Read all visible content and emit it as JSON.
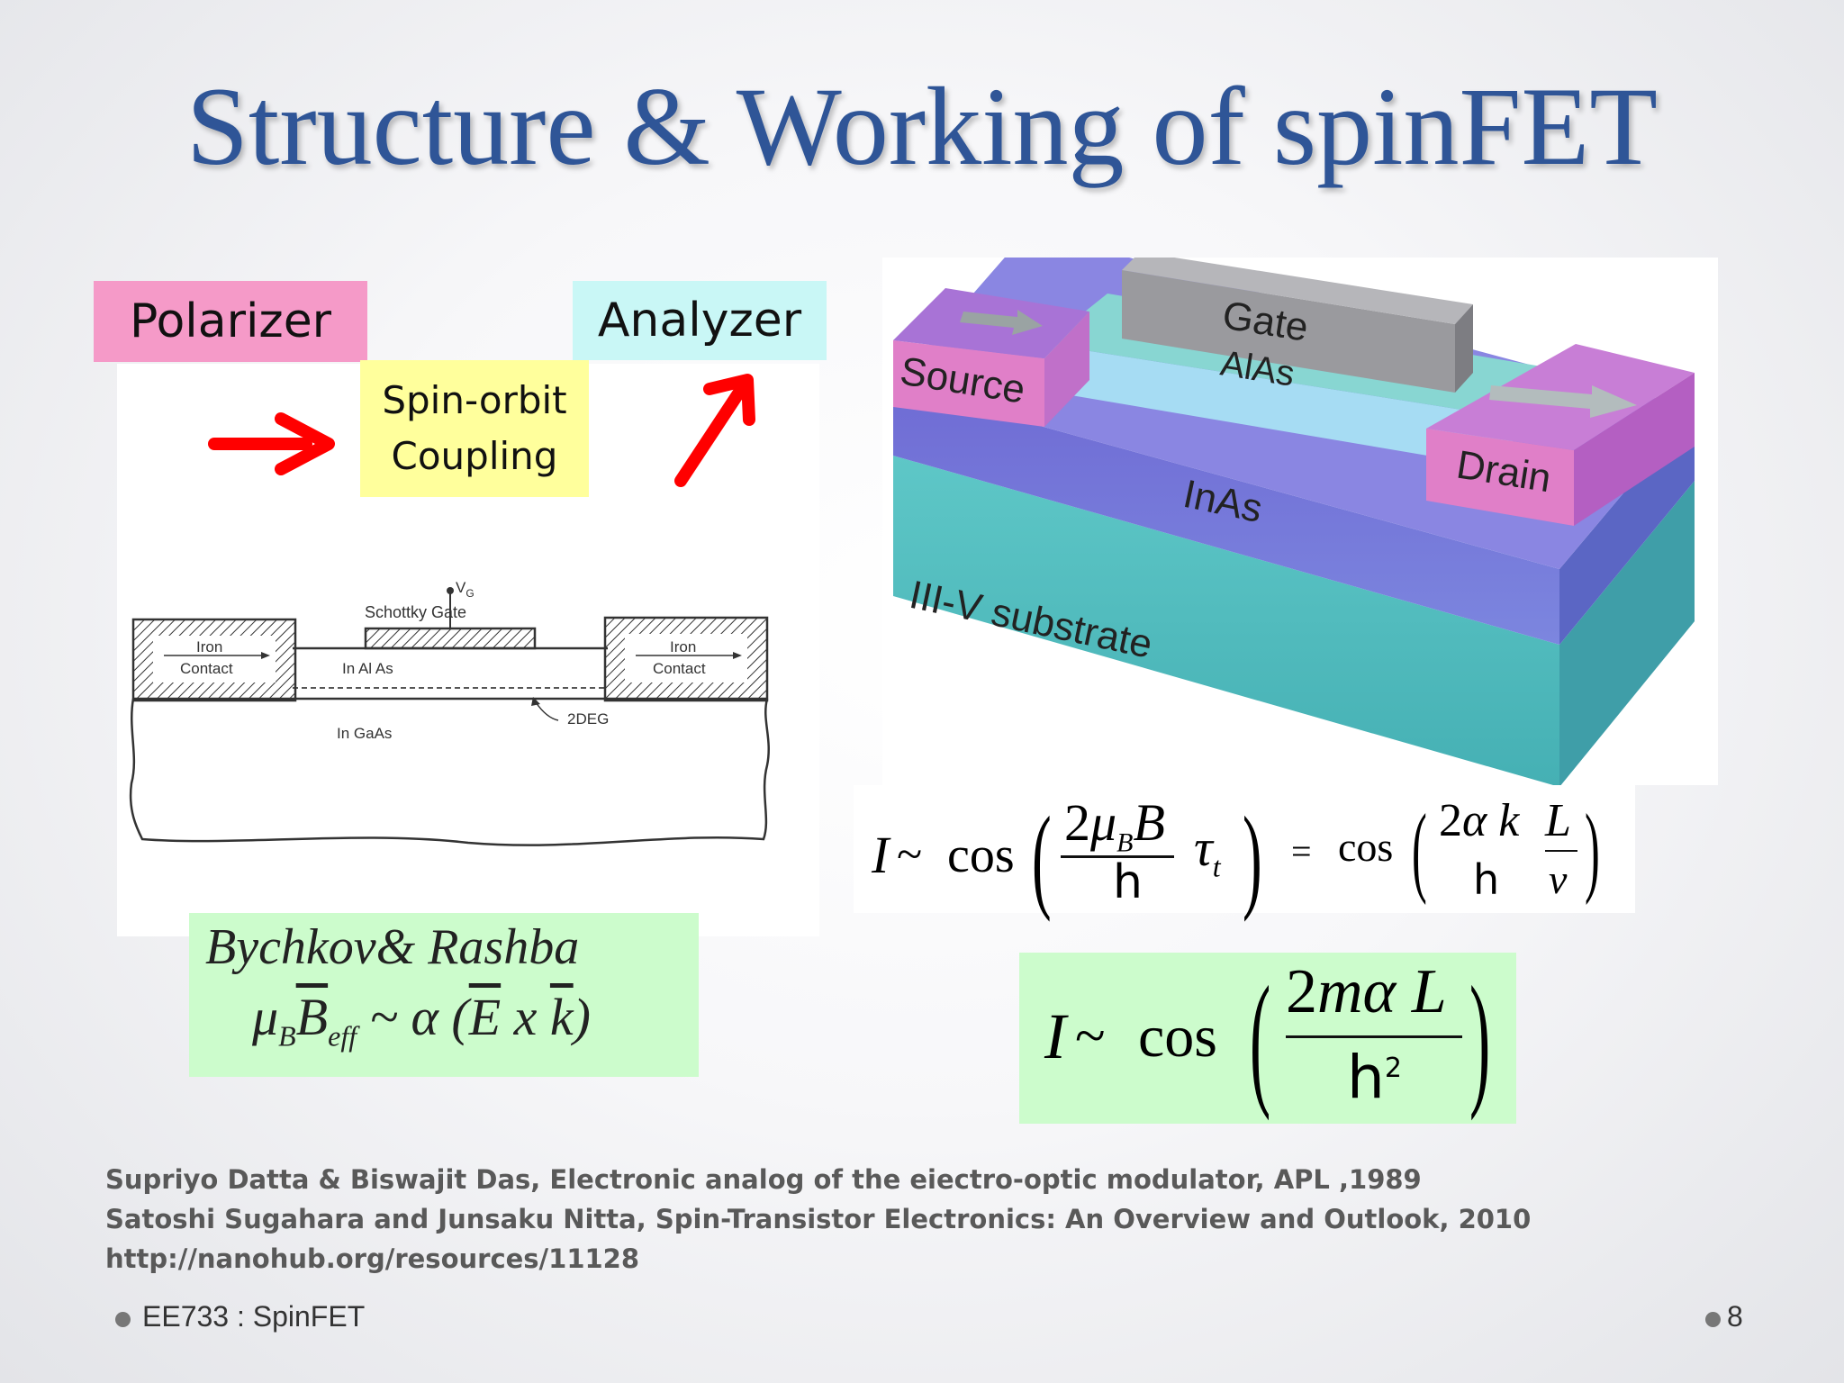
{
  "slide": {
    "title": "Structure & Working of spinFET",
    "footer_label": "EE733 : SpinFET",
    "page_number": "8"
  },
  "concept": {
    "polarizer": "Polarizer",
    "analyzer": "Analyzer",
    "spin_orbit_line1": "Spin-orbit",
    "spin_orbit_line2": "Coupling",
    "arrow_color": "#ff0000"
  },
  "schematic": {
    "schottky_gate": "Schottky Gate",
    "vg": "V",
    "vg_sub": "G",
    "iron_contact_left_1": "Iron",
    "iron_contact_left_2": "Contact",
    "iron_contact_right_1": "Iron",
    "iron_contact_right_2": "Contact",
    "inalas": "In Al As",
    "ingaas": "In GaAs",
    "twodeg": "2DEG"
  },
  "device": {
    "gate": "Gate",
    "alas": "AlAs",
    "source": "Source",
    "drain": "Drain",
    "inas": "InAs",
    "substrate": "III-V substrate"
  },
  "rashba": {
    "authors": "Bychkov& Rashba"
  },
  "references": [
    "Supriyo Datta & Biswajit Das, Electronic analog of the eiectro-optic modulator, APL ,1989",
    "Satoshi Sugahara and Junsaku Nitta, Spin-Transistor Electronics: An Overview and Outlook, 2010",
    "http://nanohub.org/resources/11128"
  ],
  "colors": {
    "title": "#2f5597",
    "polarizer_bg": "#f59ac8",
    "analyzer_bg": "#c9f7f6",
    "spin_orbit_bg": "#ffff9c",
    "equation_bg": "#ccfccc",
    "substrate": "#5cc8c6",
    "inas": "#6a74d8",
    "alas": "#9fd9f2",
    "gate": "#9a9a9e",
    "contact": "#e07fc8"
  }
}
